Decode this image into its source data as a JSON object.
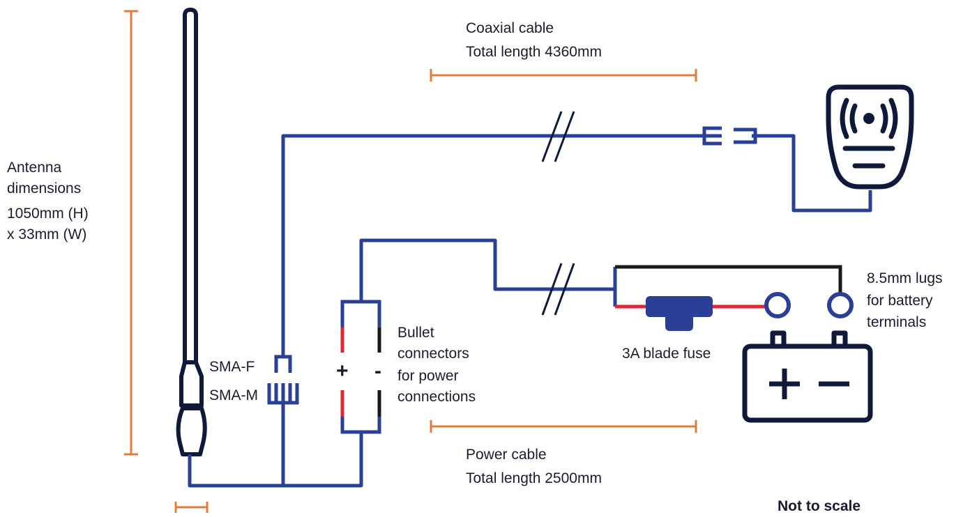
{
  "antenna": {
    "title_line1": "Antenna",
    "title_line2": "dimensions",
    "height": "1050mm (H)",
    "width": "x 33mm (W)"
  },
  "connectors": {
    "sma_f": "SMA-F",
    "sma_m": "SMA-M"
  },
  "bullet": {
    "line1": "Bullet",
    "line2": "connectors",
    "line3": "for power",
    "line4": "connections",
    "plus": "+",
    "minus": "-"
  },
  "coax": {
    "title": "Coaxial cable",
    "length": "Total length 4360mm"
  },
  "power": {
    "title": "Power cable",
    "length": "Total length 2500mm"
  },
  "fuse": {
    "label": "3A blade fuse"
  },
  "lugs": {
    "line1": "8.5mm lugs",
    "line2": "for battery",
    "line3": "terminals"
  },
  "note": "Not to scale",
  "colors": {
    "cable_blue": "#2a3f96",
    "dimension_orange": "#e07b3c",
    "navy": "#0f1a3a",
    "positive_red": "#e32636",
    "negative_black": "#1a1a1a"
  }
}
